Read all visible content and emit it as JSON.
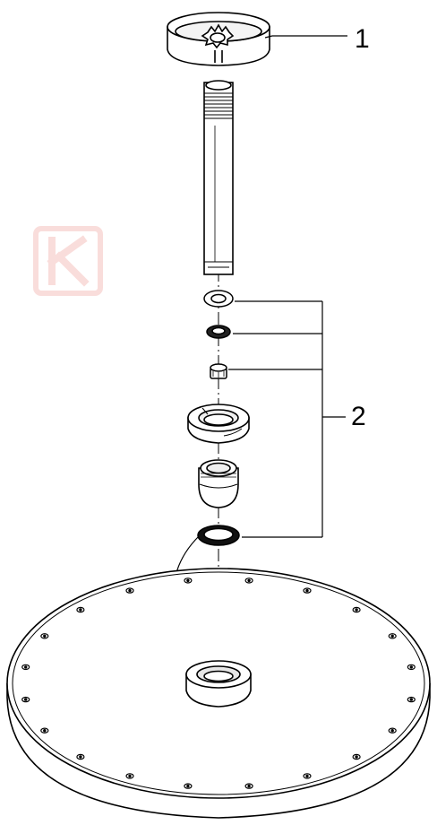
{
  "callouts": [
    {
      "id": "1"
    },
    {
      "id": "2"
    }
  ],
  "callout_labels": {
    "one": "1",
    "two": "2"
  },
  "colors": {
    "line": "#000000",
    "hatch": "#555555",
    "watermark": "#e34b3c",
    "background": "#ffffff"
  },
  "watermark": {
    "glyph": "K"
  }
}
